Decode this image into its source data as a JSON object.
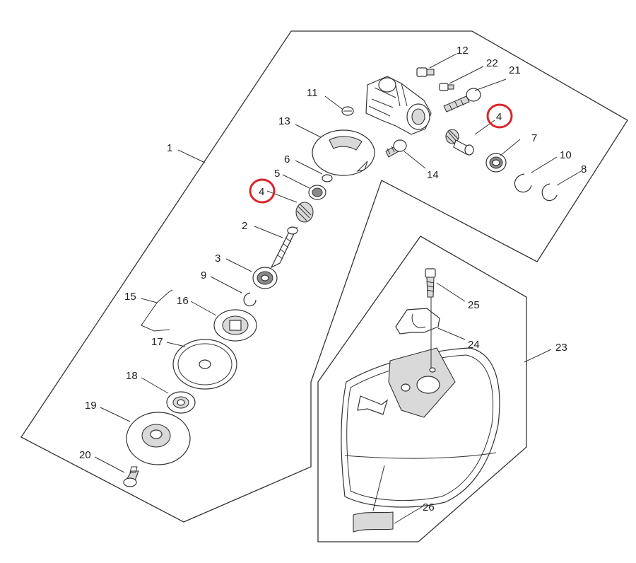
{
  "colors": {
    "line": "#333333",
    "highlight": "#d9262c",
    "background": "#ffffff"
  },
  "labels": {
    "p1": "1",
    "p2": "2",
    "p3": "3",
    "p4a": "4",
    "p4b": "4",
    "p5": "5",
    "p6": "6",
    "p7": "7",
    "p8": "8",
    "p9": "9",
    "p10": "10",
    "p11": "11",
    "p12": "12",
    "p13": "13",
    "p14": "14",
    "p15": "15",
    "p16": "16",
    "p17": "17",
    "p18": "18",
    "p19": "19",
    "p20": "20",
    "p21": "21",
    "p22": "22",
    "p23": "23",
    "p24": "24",
    "p25": "25",
    "p26": "26"
  },
  "highlighted_parts": [
    "4"
  ]
}
